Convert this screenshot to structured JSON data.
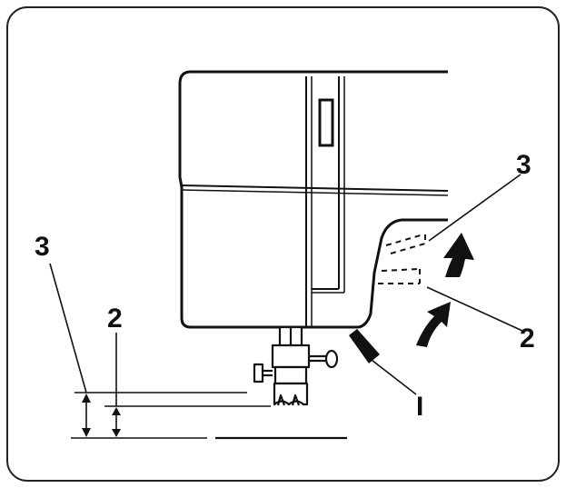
{
  "labels": {
    "lifted_position": "3",
    "raised_position": "2",
    "lever": "I"
  },
  "colors": {
    "ink": "#111111",
    "frame": "#222222",
    "background": "#ffffff"
  }
}
